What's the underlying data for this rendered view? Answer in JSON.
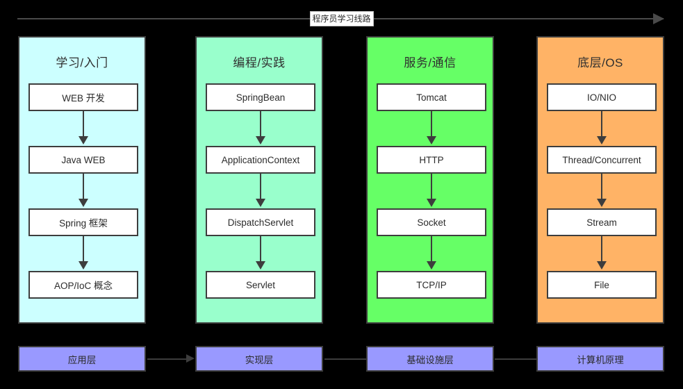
{
  "diagram": {
    "top_axis": {
      "label": "程序员学习线路",
      "arrow_direction": "right"
    },
    "columns": [
      {
        "title": "学习/入门",
        "color": "#ccffff",
        "nodes": [
          "WEB 开发",
          "Java WEB",
          "Spring 框架",
          "AOP/IoC 概念"
        ],
        "layer": "应用层"
      },
      {
        "title": "编程/实践",
        "color": "#99ffcc",
        "nodes": [
          "SpringBean",
          "ApplicationContext",
          "DispatchServlet",
          "Servlet"
        ],
        "layer": "实现层"
      },
      {
        "title": "服务/通信",
        "color": "#66ff66",
        "nodes": [
          "Tomcat",
          "HTTP",
          "Socket",
          "TCP/IP"
        ],
        "layer": "基础设施层"
      },
      {
        "title": "底层/OS",
        "color": "#ffb366",
        "nodes": [
          "IO/NIO",
          "Thread/Concurrent",
          "Stream",
          "File"
        ],
        "layer": "计算机原理"
      }
    ],
    "layer_box_color": "#9999ff",
    "node_box_color": "#ffffff",
    "stroke_color": "#3d3d3d",
    "background": "#000000"
  }
}
